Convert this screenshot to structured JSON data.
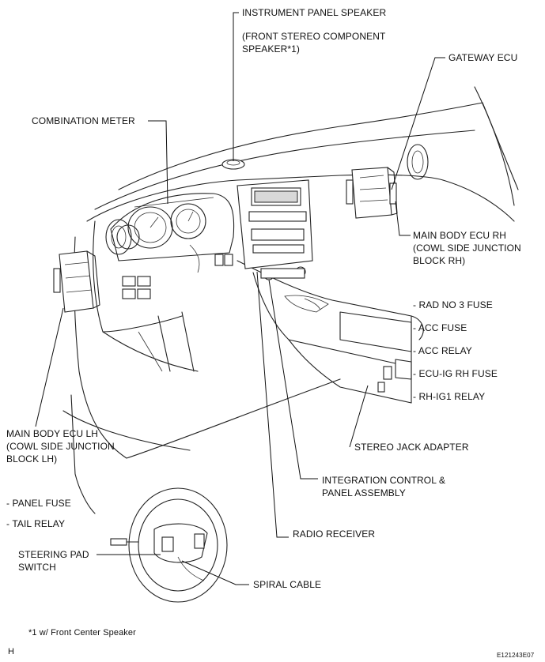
{
  "labels": {
    "instrument_panel_speaker": "INSTRUMENT PANEL SPEAKER",
    "front_stereo_line1": "(FRONT STEREO COMPONENT",
    "front_stereo_line2": "SPEAKER*1)",
    "gateway_ecu": "GATEWAY ECU",
    "combination_meter": "COMBINATION METER",
    "main_body_ecu_rh_line1": "MAIN BODY ECU RH",
    "main_body_ecu_rh_line2": "(COWL SIDE JUNCTION",
    "main_body_ecu_rh_line3": "BLOCK RH)",
    "rh_list": [
      "- RAD NO  3 FUSE",
      "- ACC FUSE",
      "- ACC RELAY",
      "- ECU-IG RH FUSE",
      "- RH-IG1 RELAY"
    ],
    "main_body_ecu_lh_line1": "MAIN BODY ECU LH",
    "main_body_ecu_lh_line2": "(COWL SIDE JUNCTION",
    "main_body_ecu_lh_line3": "BLOCK LH)",
    "stereo_jack_adapter": "STEREO JACK ADAPTER",
    "integration_control_line1": "INTEGRATION CONTROL &",
    "integration_control_line2": "PANEL ASSEMBLY",
    "lh_list": [
      "- PANEL FUSE",
      "- TAIL RELAY"
    ],
    "radio_receiver": "RADIO RECEIVER",
    "steering_pad_switch_line1": "STEERING PAD",
    "steering_pad_switch_line2": "SWITCH",
    "spiral_cable": "SPIRAL CABLE",
    "footnote": "*1  w/ Front Center Speaker",
    "corner_letter": "H",
    "figure_code": "E121243E07"
  }
}
